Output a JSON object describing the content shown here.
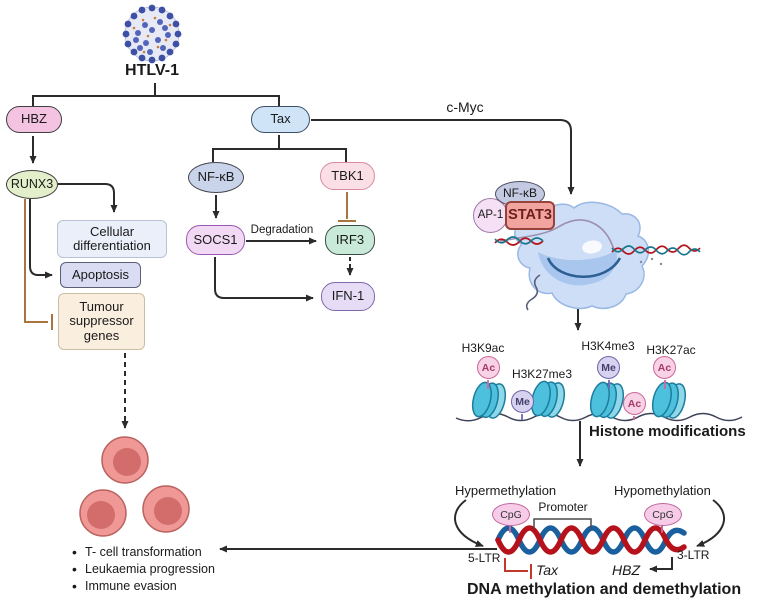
{
  "virus": {
    "label": "HTLV-1"
  },
  "nodes": {
    "hbz": "HBZ",
    "runx3": "RUNX3",
    "cellular_differentiation": "Cellular differentiation",
    "apoptosis": "Apoptosis",
    "tumour_suppressor_genes": "Tumour suppressor genes",
    "tax": "Tax",
    "nfkb": "NF-κB",
    "tbk1": "TBK1",
    "socs1": "SOCS1",
    "irf3": "IRF3",
    "ifn1": "IFN-1",
    "c_myc": "c-Myc",
    "degradation": "Degradation",
    "ap1": "AP-1",
    "nfkb_complex": "NF-κB",
    "stat3": "STAT3"
  },
  "histones": {
    "h3k9ac": "H3K9ac",
    "h3k27me3": "H3K27me3",
    "h3k4me3": "H3K4me3",
    "h3k27ac": "H3K27ac",
    "marks": [
      "Ac",
      "Me",
      "Me",
      "Ac",
      "Ac"
    ],
    "section_title": "Histone modifications"
  },
  "dna": {
    "hypermethylation": "Hypermethylation",
    "hypomethylation": "Hypomethylation",
    "cpg_left": "CpG",
    "cpg_right": "CpG",
    "promoter": "Promoter",
    "ltr5": "5-LTR",
    "ltr3": "3-LTR",
    "tax_gene": "Tax",
    "hbz_gene": "HBZ",
    "section_title": "DNA methylation and demethylation"
  },
  "outcomes": [
    "T- cell transformation",
    "Leukaemia progression",
    "Immune evasion"
  ],
  "colors": {
    "arrow_black": "#2b2b2b",
    "inhibition_brown": "#a9743e",
    "inhibition_red": "#c0392b",
    "hbz_fill": "#f4c3e2",
    "runx3_fill": "#e3efca",
    "tax_fill": "#cfe4f7",
    "nfkb_fill": "#c9d3ea",
    "tbk1_fill": "#fbdfe7",
    "socs1_fill": "#f2d9f3",
    "irf3_fill": "#c9ead9",
    "ifn1_fill": "#e6dcf6",
    "stat3_fill": "#f2a49e",
    "ap1_fill": "#f6e0f6",
    "cellular_differentiation_fill": "#eaeffa",
    "apoptosis_fill": "#d9dcf2",
    "tumour_suppressor_fill": "#faeede",
    "ac_mark_fill": "#f8d2e6",
    "me_mark_fill": "#d7d2f0",
    "cpg_fill": "#f6cce9",
    "nucleosome_fill": "#4cc0dc",
    "dna_red": "#b5121b",
    "dna_blue": "#1a5f9e",
    "cell_fill": "#ef9896",
    "virus_blue": "#3e50a5"
  }
}
